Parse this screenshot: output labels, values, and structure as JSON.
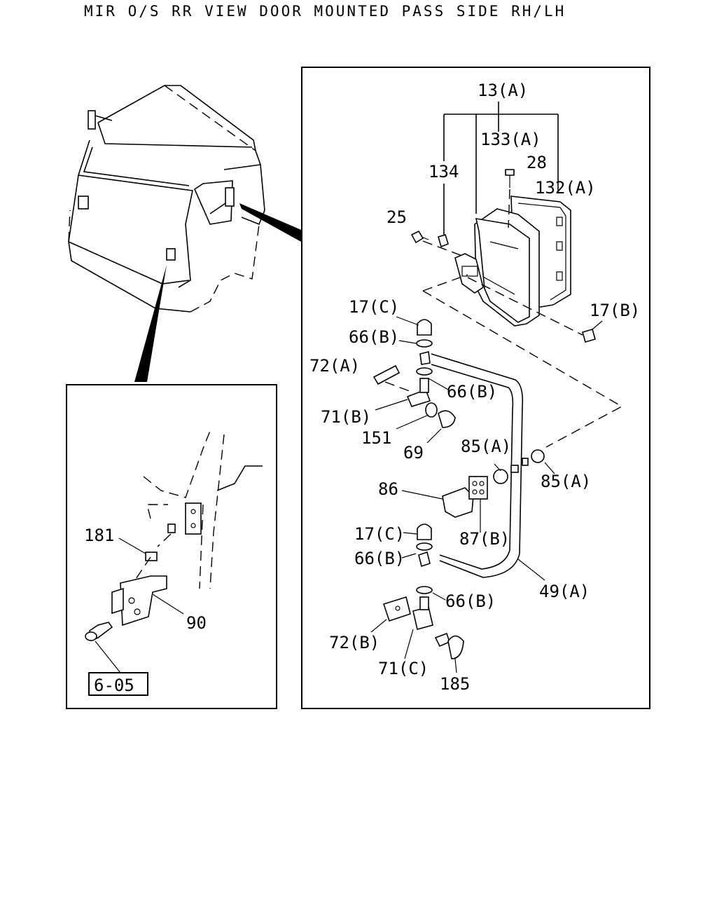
{
  "title": "MIR O/S RR VIEW DOOR MOUNTED PASS SIDE RH/LH",
  "callouts": {
    "p13a": "13(A)",
    "p133a": "133(A)",
    "p134": "134",
    "p28": "28",
    "p132a": "132(A)",
    "p25": "25",
    "p17c_top": "17(C)",
    "p17b": "17(B)",
    "p66b_1": "66(B)",
    "p72a": "72(A)",
    "p66b_2": "66(B)",
    "p71b": "71(B)",
    "p151": "151",
    "p69": "69",
    "p85a_1": "85(A)",
    "p85a_2": "85(A)",
    "p86": "86",
    "p87b": "87(B)",
    "p17c_low": "17(C)",
    "p66b_3": "66(B)",
    "p49a": "49(A)",
    "p66b_4": "66(B)",
    "p72b": "72(B)",
    "p71c": "71(C)",
    "p185": "185",
    "p181": "181",
    "p90": "90",
    "ref605": "6-05"
  }
}
